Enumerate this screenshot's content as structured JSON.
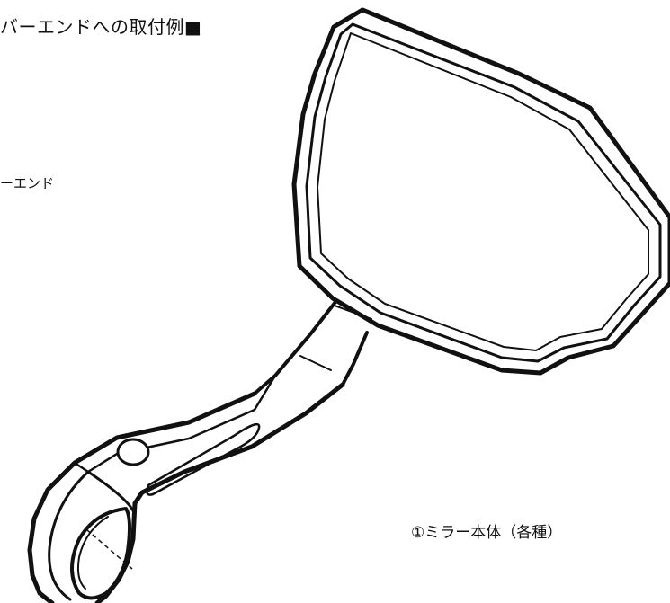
{
  "heading": "バーエンドへの取付例■",
  "labels": {
    "bar_end": "ーエンド",
    "mirror_body": "①ミラー本体（各種）"
  },
  "colors": {
    "line": "#111111",
    "background": "#ffffff"
  }
}
